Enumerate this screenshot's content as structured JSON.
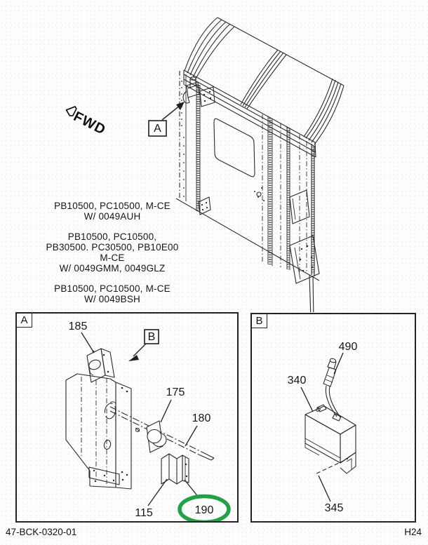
{
  "main": {
    "fwd_label": "FWD",
    "callout_a": "A",
    "notes": [
      {
        "lines": [
          "PB10500, PC10500, M-CE",
          "W/ 0049AUH"
        ]
      },
      {
        "lines": [
          "PB10500, PC10500,",
          "PB30500. PC30500, PB10E00",
          "M-CE",
          "W/ 0049GMM, 0049GLZ"
        ]
      },
      {
        "lines": [
          "PB10500, PC10500, M-CE",
          "W/ 0049BSH"
        ]
      }
    ]
  },
  "detail_a": {
    "corner_label": "A",
    "callout_b": "B",
    "parts": {
      "bracket_plate": "185",
      "latch_cylinder": "175",
      "rod": "180",
      "channel_bracket": "115",
      "highlighted": "190"
    },
    "highlight_color": "#1fa345"
  },
  "detail_b": {
    "corner_label": "B",
    "parts": {
      "connector": "490",
      "module": "340",
      "bracket": "345"
    }
  },
  "footer": {
    "drawing_number": "47-BCK-0320-01",
    "page_code": "H24"
  }
}
